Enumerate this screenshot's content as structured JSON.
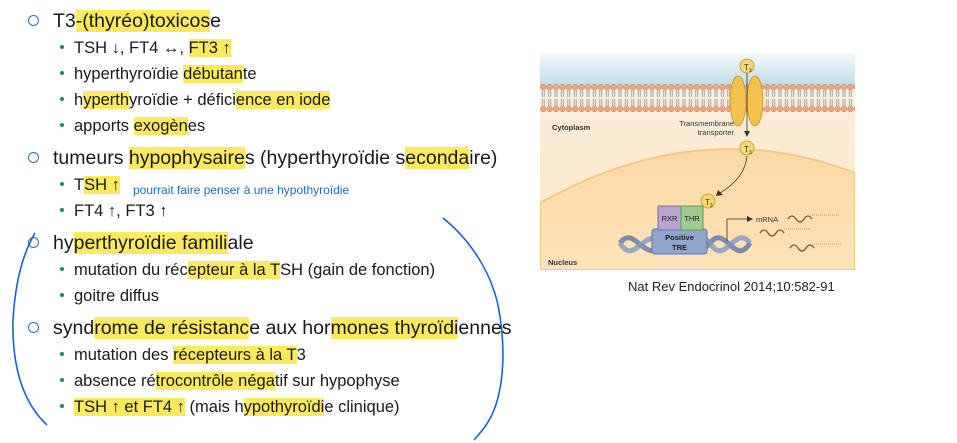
{
  "sections": [
    {
      "title_parts": [
        {
          "text": "T3",
          "hl": false
        },
        {
          "text": "-(thyréo)toxicos",
          "hl": true
        },
        {
          "text": "e",
          "hl": false
        }
      ],
      "items": [
        [
          {
            "text": "TSH ↓, FT4 ↔, ",
            "hl": false
          },
          {
            "text": "FT3 ↑",
            "hl": true
          }
        ],
        [
          {
            "text": "hyperthyroïdie ",
            "hl": false
          },
          {
            "text": "débutan",
            "hl": true
          },
          {
            "text": "te",
            "hl": false
          }
        ],
        [
          {
            "text": "h",
            "hl": false
          },
          {
            "text": "yperth",
            "hl": true
          },
          {
            "text": "yroïdie + défici",
            "hl": false
          },
          {
            "text": "ence en iode",
            "hl": true
          }
        ],
        [
          {
            "text": "apports ",
            "hl": false
          },
          {
            "text": "exogèn",
            "hl": true
          },
          {
            "text": "es",
            "hl": false
          }
        ]
      ]
    },
    {
      "title_parts": [
        {
          "text": "tumeurs ",
          "hl": false
        },
        {
          "text": "hypophysaire",
          "hl": true
        },
        {
          "text": "s (hyperthyroïdie s",
          "hl": false
        },
        {
          "text": "econda",
          "hl": true
        },
        {
          "text": "ire)",
          "hl": false
        }
      ],
      "items": [
        [
          {
            "text": "T",
            "hl": false
          },
          {
            "text": "SH ↑",
            "hl": true
          }
        ],
        [
          {
            "text": "FT4 ↑, FT3 ↑",
            "hl": false
          }
        ]
      ],
      "note": "pourrait faire penser à une hypothyroïdie"
    },
    {
      "title_parts": [
        {
          "text": "hy",
          "hl": false
        },
        {
          "text": "perthyroïdie famili",
          "hl": true
        },
        {
          "text": "ale",
          "hl": false
        }
      ],
      "items": [
        [
          {
            "text": "mutation du réc",
            "hl": false
          },
          {
            "text": "epteur à la T",
            "hl": true
          },
          {
            "text": "SH (gain de fonction)",
            "hl": false
          }
        ],
        [
          {
            "text": "goitre diffus",
            "hl": false
          }
        ]
      ]
    },
    {
      "title_parts": [
        {
          "text": "synd",
          "hl": false
        },
        {
          "text": "rome de résistanc",
          "hl": true
        },
        {
          "text": "e aux hor",
          "hl": false
        },
        {
          "text": "mones thyroïdi",
          "hl": true
        },
        {
          "text": "ennes",
          "hl": false
        }
      ],
      "items": [
        [
          {
            "text": "mutation des ",
            "hl": false
          },
          {
            "text": "récepteurs à la T",
            "hl": true
          },
          {
            "text": "3",
            "hl": false
          }
        ],
        [
          {
            "text": "absence ré",
            "hl": false
          },
          {
            "text": "trocontrôle néga",
            "hl": true
          },
          {
            "text": "tif sur hypophyse",
            "hl": false
          }
        ],
        [
          {
            "text": "TSH ↑ et FT4 ↑",
            "hl": true
          },
          {
            "text": " (mais h",
            "hl": false
          },
          {
            "text": "ypothyroïdi",
            "hl": true
          },
          {
            "text": "e clinique)",
            "hl": false
          }
        ]
      ]
    }
  ],
  "figure": {
    "labels": {
      "cytoplasm": "Cytoplasm",
      "transporter_line1": "Transmembrane",
      "transporter_line2": "transporter",
      "nucleus": "Nucleus",
      "rxr": "RXR",
      "thr": "THR",
      "tre_line1": "Positive",
      "tre_line2": "TRE",
      "mrna": "mRNA",
      "t3": "T",
      "t3_sub": "3"
    },
    "caption": "Nat Rev Endocrinol 2014;10:582-91"
  },
  "colors": {
    "highlight": "#fde95e",
    "ink": "#1f5fd1",
    "note": "#1f6bbf",
    "bullet_l1": "#2e6fb0",
    "bullet_l2": "#1e8a5a"
  }
}
